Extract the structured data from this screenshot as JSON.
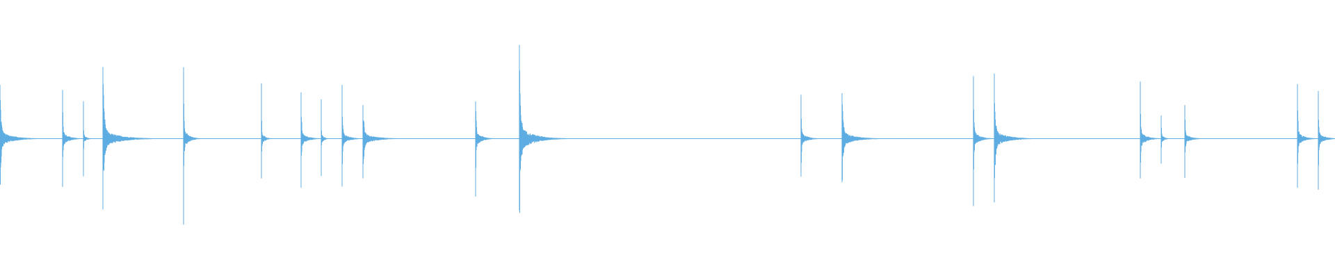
{
  "waveform": {
    "color": "#5dade2",
    "background": "#ffffff",
    "duration_s": 1920,
    "hits": [
      {
        "t": 0,
        "amp": 0.62,
        "decay": 0.045
      },
      {
        "t": 90,
        "amp": 0.58,
        "decay": 0.022
      },
      {
        "t": 120,
        "amp": 0.4,
        "decay": 0.01
      },
      {
        "t": 148,
        "amp": 0.7,
        "decay": 0.06
      },
      {
        "t": 264,
        "amp": 0.85,
        "decay": 0.018
      },
      {
        "t": 376,
        "amp": 0.55,
        "decay": 0.012
      },
      {
        "t": 433,
        "amp": 0.56,
        "decay": 0.022
      },
      {
        "t": 462,
        "amp": 0.4,
        "decay": 0.01
      },
      {
        "t": 492,
        "amp": 0.55,
        "decay": 0.022
      },
      {
        "t": 522,
        "amp": 0.45,
        "decay": 0.045
      },
      {
        "t": 684,
        "amp": 0.6,
        "decay": 0.022
      },
      {
        "t": 747,
        "amp": 1.0,
        "decay": 0.05
      },
      {
        "t": 1152,
        "amp": 0.5,
        "decay": 0.022
      },
      {
        "t": 1211,
        "amp": 0.58,
        "decay": 0.045
      },
      {
        "t": 1400,
        "amp": 0.66,
        "decay": 0.022
      },
      {
        "t": 1430,
        "amp": 0.66,
        "decay": 0.045
      },
      {
        "t": 1640,
        "amp": 0.64,
        "decay": 0.022
      },
      {
        "t": 1670,
        "amp": 0.4,
        "decay": 0.01
      },
      {
        "t": 1704,
        "amp": 0.4,
        "decay": 0.022
      },
      {
        "t": 1866,
        "amp": 0.58,
        "decay": 0.022
      },
      {
        "t": 1896,
        "amp": 0.5,
        "decay": 0.022
      }
    ],
    "silent_ranges": [
      [
        850,
        1150
      ],
      [
        1310,
        1398
      ]
    ]
  }
}
